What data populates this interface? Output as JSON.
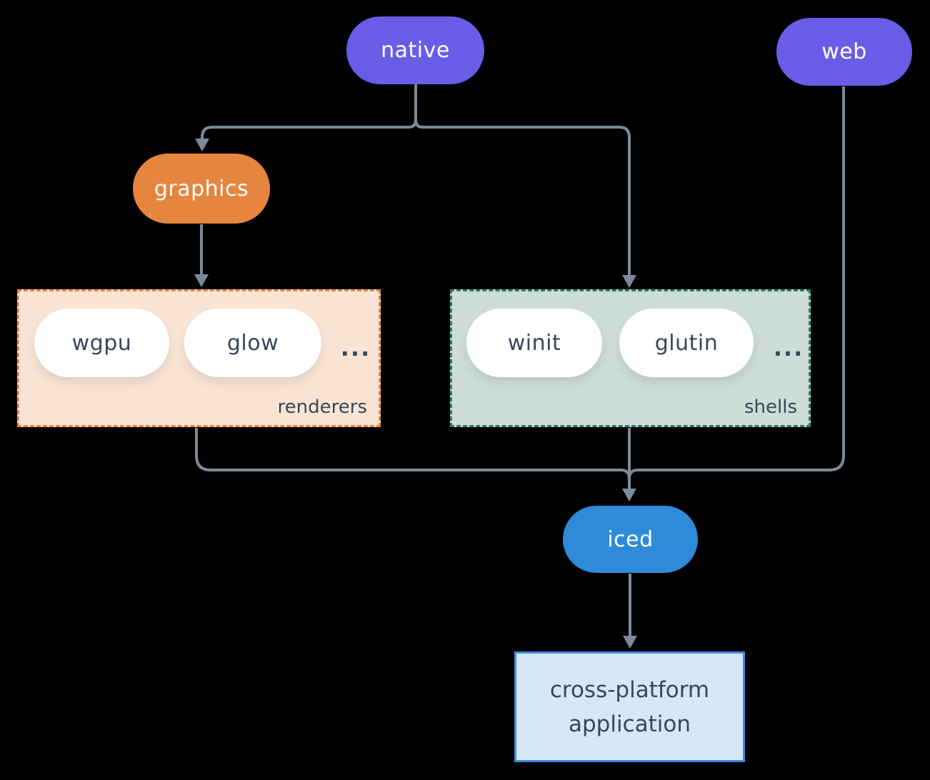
{
  "diagram": {
    "background": "#000000",
    "connector_color": "#7c8a97",
    "text_dark": "#364859",
    "text_light": "#ffffff",
    "nodes": {
      "native": {
        "label": "native",
        "color": "#695ce7"
      },
      "web": {
        "label": "web",
        "color": "#695ce7"
      },
      "graphics": {
        "label": "graphics",
        "color": "#e6853e"
      },
      "iced": {
        "label": "iced",
        "color": "#2d8bda"
      },
      "wgpu": {
        "label": "wgpu",
        "color": "#ffffff"
      },
      "glow": {
        "label": "glow",
        "color": "#ffffff"
      },
      "winit": {
        "label": "winit",
        "color": "#ffffff"
      },
      "glutin": {
        "label": "glutin",
        "color": "#ffffff"
      },
      "app": {
        "line1": "cross-platform",
        "line2": "application",
        "fill": "#d6e7f7",
        "border": "#3d8de0"
      }
    },
    "groups": {
      "renderers": {
        "label": "renderers",
        "ellipsis": "...",
        "fill": "#fae5d4",
        "border": "#e6853e"
      },
      "shells": {
        "label": "shells",
        "ellipsis": "...",
        "fill": "#ceded7",
        "border": "#2b7a6c"
      }
    }
  }
}
